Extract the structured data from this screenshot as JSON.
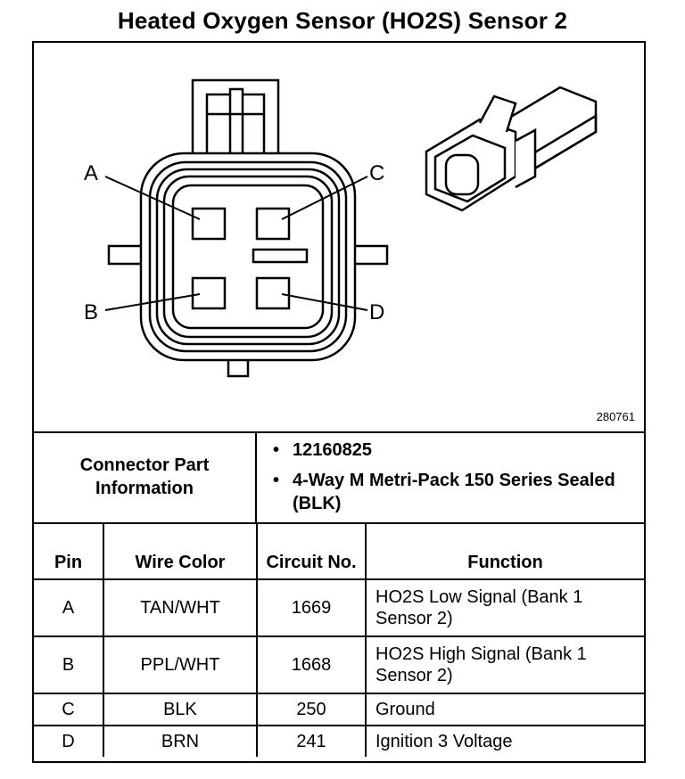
{
  "title": "Heated Oxygen Sensor (HO2S) Sensor 2",
  "figure_number": "280761",
  "pin_labels": {
    "a": "A",
    "b": "B",
    "c": "C",
    "d": "D"
  },
  "connector_info": {
    "label": "Connector Part Information",
    "items": [
      "12160825",
      "4-Way M Metri-Pack 150 Series Sealed (BLK)"
    ]
  },
  "table": {
    "headers": {
      "pin": "Pin",
      "wire_color": "Wire Color",
      "circuit": "Circuit No.",
      "function": "Function"
    },
    "rows": [
      {
        "pin": "A",
        "wire_color": "TAN/WHT",
        "circuit": "1669",
        "function": "HO2S Low Signal (Bank 1 Sensor 2)"
      },
      {
        "pin": "B",
        "wire_color": "PPL/WHT",
        "circuit": "1668",
        "function": "HO2S High Signal (Bank 1 Sensor 2)"
      },
      {
        "pin": "C",
        "wire_color": "BLK",
        "circuit": "250",
        "function": "Ground"
      },
      {
        "pin": "D",
        "wire_color": "BRN",
        "circuit": "241",
        "function": "Ignition 3 Voltage"
      }
    ]
  }
}
